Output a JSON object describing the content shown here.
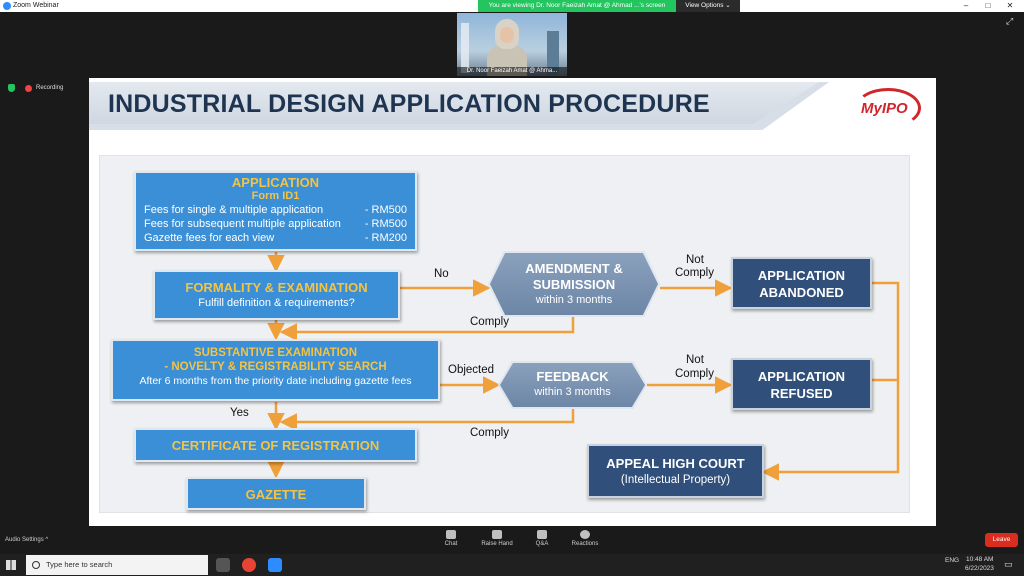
{
  "window": {
    "title": "Zoom Webinar",
    "minimize": "–",
    "maximize": "□",
    "close": "✕"
  },
  "share_banner": {
    "text": "You are viewing Dr. Noor Faeizah Amat @ Ahmad ...'s screen",
    "options_label": "View Options ⌄"
  },
  "video": {
    "name": "Dr. Noor Faeizah Amat @ Ahma..."
  },
  "recording": {
    "label": "Recording"
  },
  "slide": {
    "title": "INDUSTRIAL DESIGN APPLICATION PROCEDURE",
    "logo": "MyIPO",
    "application": {
      "title": "APPLICATION",
      "form": "Form ID1",
      "fees": [
        {
          "label": "Fees for single & multiple application",
          "amount": "- RM500"
        },
        {
          "label": "Fees for subsequent multiple application",
          "amount": "- RM500"
        },
        {
          "label": "Gazette fees for each view",
          "amount": "- RM200"
        }
      ]
    },
    "formality": {
      "title": "FORMALITY & EXAMINATION",
      "subtitle": "Fulfill definition & requirements?"
    },
    "substantive": {
      "line1": "SUBSTANTIVE EXAMINATION",
      "line2": "- NOVELTY & REGISTRABILITY SEARCH",
      "subtitle": "After 6 months from the priority date including gazette fees"
    },
    "certificate": "CERTIFICATE OF REGISTRATION",
    "gazette": "GAZETTE",
    "amendment": {
      "line1": "AMENDMENT &",
      "line2": "SUBMISSION",
      "sub": "within 3 months"
    },
    "feedback": {
      "line1": "FEEDBACK",
      "sub": "within 3 months"
    },
    "abandoned": {
      "line1": "APPLICATION",
      "line2": "ABANDONED"
    },
    "refused": {
      "line1": "APPLICATION",
      "line2": "REFUSED"
    },
    "appeal": {
      "line1": "APPEAL HIGH COURT",
      "line2": "(Intellectual Property)"
    },
    "labels": {
      "no": "No",
      "not1": "Not",
      "comply1": "Comply",
      "comply_back1": "Comply",
      "objected": "Objected",
      "not2": "Not",
      "comply2": "Comply",
      "comply_back2": "Comply",
      "yes": "Yes"
    }
  },
  "controls": {
    "audio": "Audio Settings  ^",
    "chat": "Chat",
    "raise_hand": "Raise Hand",
    "qa": "Q&A",
    "reactions": "Reactions",
    "leave": "Leave"
  },
  "taskbar": {
    "search_placeholder": "Type here to search",
    "lang": "ENG",
    "time": "10:48 AM",
    "date": "6/22/2023"
  },
  "colors": {
    "box_blue": "#3a8fd6",
    "gold": "#f5c342",
    "dark_box": "#304f7a",
    "arrow": "#f0a03a",
    "share_green": "#22c55e",
    "leave_red": "#d92d20"
  }
}
